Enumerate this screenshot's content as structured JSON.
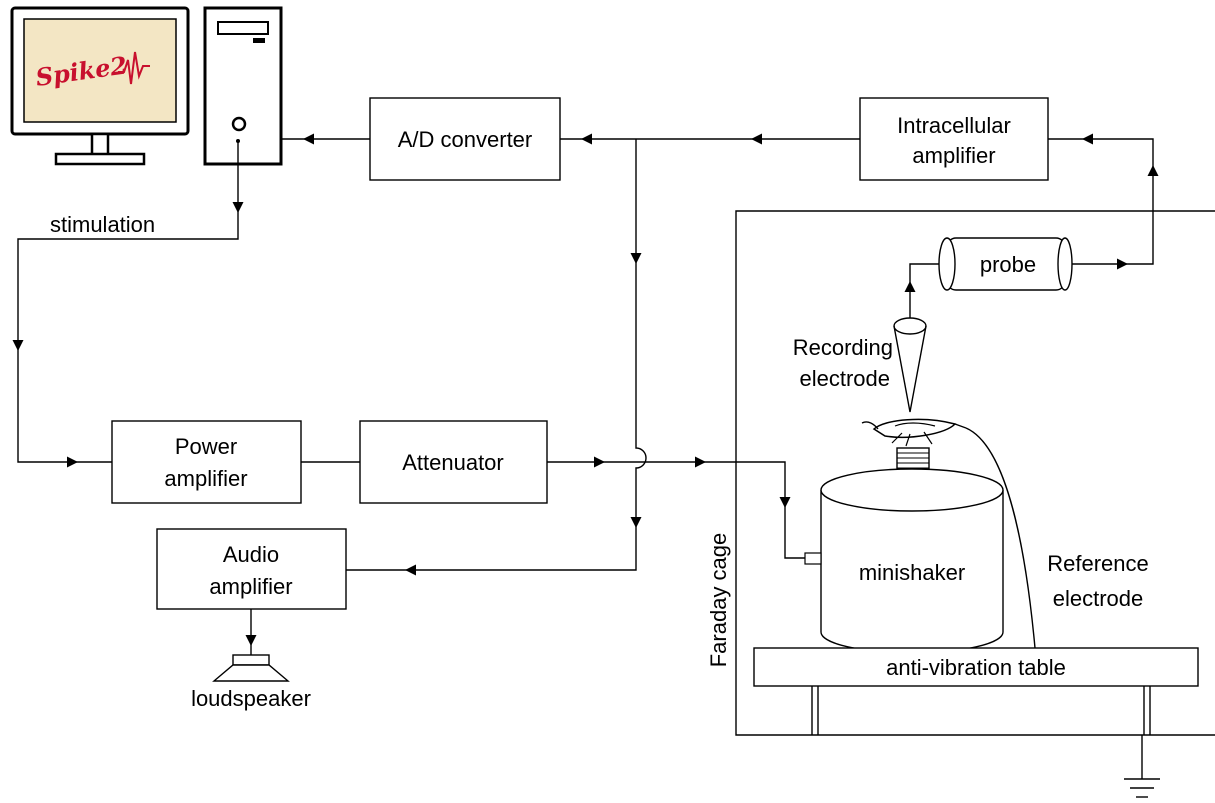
{
  "labels": {
    "logo_text": "Spike2",
    "ad_converter": "A/D converter",
    "intracellular_line1": "Intracellular",
    "intracellular_line2": "amplifier",
    "stimulation": "stimulation",
    "probe": "probe",
    "recording_line1": "Recording",
    "recording_line2": "electrode",
    "power_line1": "Power",
    "power_line2": "amplifier",
    "attenuator": "Attenuator",
    "audio_line1": "Audio",
    "audio_line2": "amplifier",
    "loudspeaker": "loudspeaker",
    "minishaker": "minishaker",
    "reference_line1": "Reference",
    "reference_line2": "electrode",
    "faraday_cage": "Faraday cage",
    "table": "anti-vibration table"
  },
  "colors": {
    "logo": "#c8102e",
    "screen": "#f3e6c4",
    "waveform": [
      "#c8102e",
      "#e8a000",
      "#2a7a2a"
    ]
  }
}
